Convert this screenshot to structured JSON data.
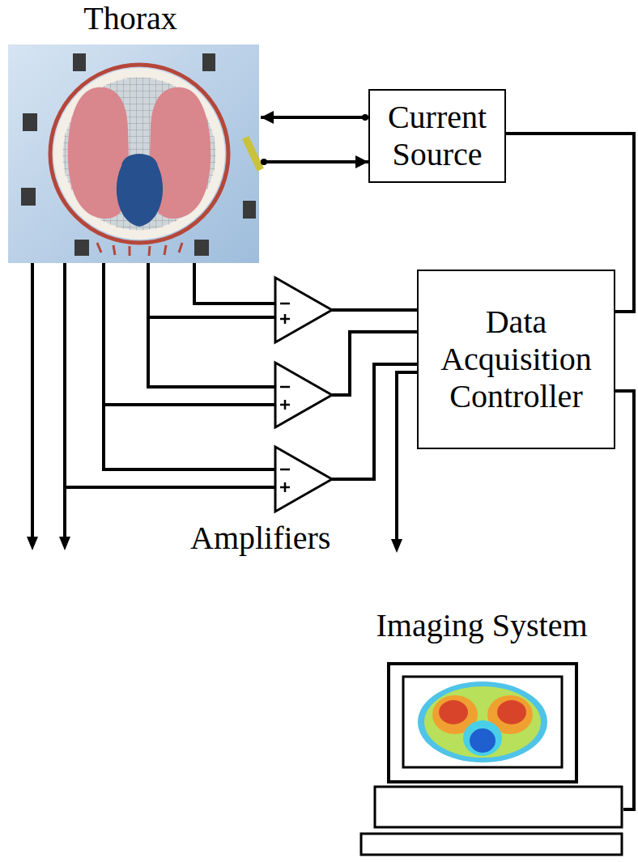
{
  "diagram": {
    "nodes": [
      {
        "text": [
          "Thorax"
        ]
      },
      {
        "text": [
          "Current Source"
        ]
      },
      {
        "text": [
          "Data Acquisition Controller"
        ]
      },
      {
        "text": [
          "Imaging System"
        ]
      }
    ],
    "edges": [
      {
        "from": 1,
        "to": 0,
        "arrow": "to"
      },
      {
        "from": 0,
        "to": 1,
        "arrow": "to"
      },
      {
        "from": 1,
        "to": 2,
        "arrow": "none"
      },
      {
        "from": 2,
        "to": 3,
        "arrow": "none"
      }
    ],
    "labels": [
      "Amplifiers"
    ]
  }
}
